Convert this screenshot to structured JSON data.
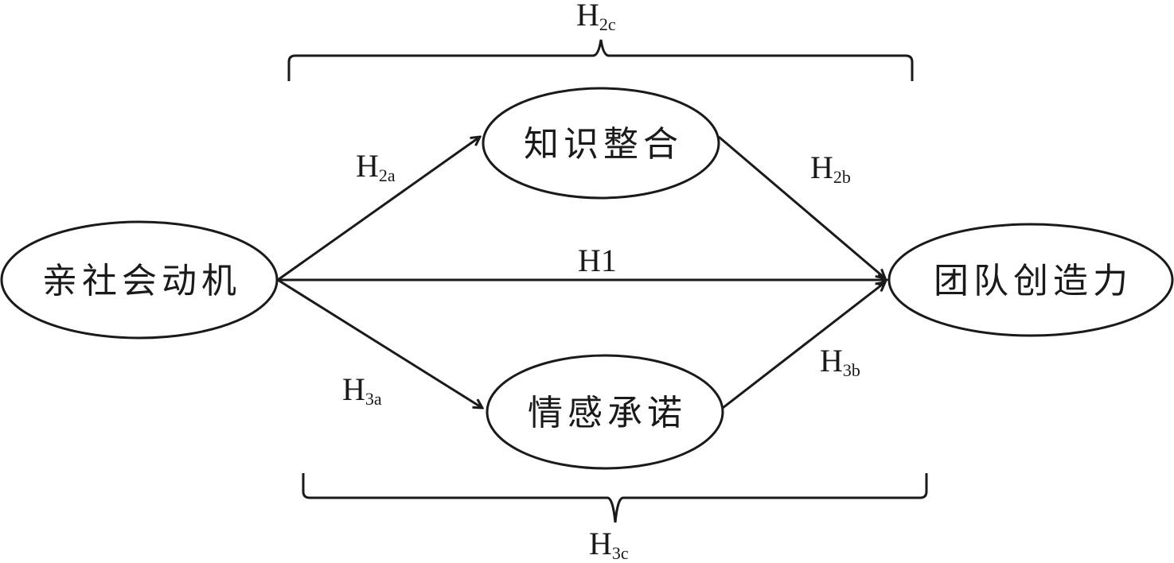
{
  "nodes": {
    "prosocial": {
      "label": "亲社会动机"
    },
    "knowledge": {
      "label": "知识整合"
    },
    "commitment": {
      "label": "情感承诺"
    },
    "creativity": {
      "label": "团队创造力"
    }
  },
  "edges": [
    {
      "from": "prosocial",
      "to": "knowledge",
      "label_main": "H",
      "label_sub": "2a"
    },
    {
      "from": "knowledge",
      "to": "creativity",
      "label_main": "H",
      "label_sub": "2b"
    },
    {
      "from": "prosocial",
      "to": "creativity",
      "label_main": "H1",
      "label_sub": ""
    },
    {
      "from": "prosocial",
      "to": "commitment",
      "label_main": "H",
      "label_sub": "3a"
    },
    {
      "from": "commitment",
      "to": "creativity",
      "label_main": "H",
      "label_sub": "3b"
    }
  ],
  "braces": {
    "top": {
      "label_main": "H",
      "label_sub": "2c"
    },
    "bottom": {
      "label_main": "H",
      "label_sub": "3c"
    }
  },
  "colors": {
    "stroke": "#1a1a1a",
    "background": "#ffffff"
  }
}
